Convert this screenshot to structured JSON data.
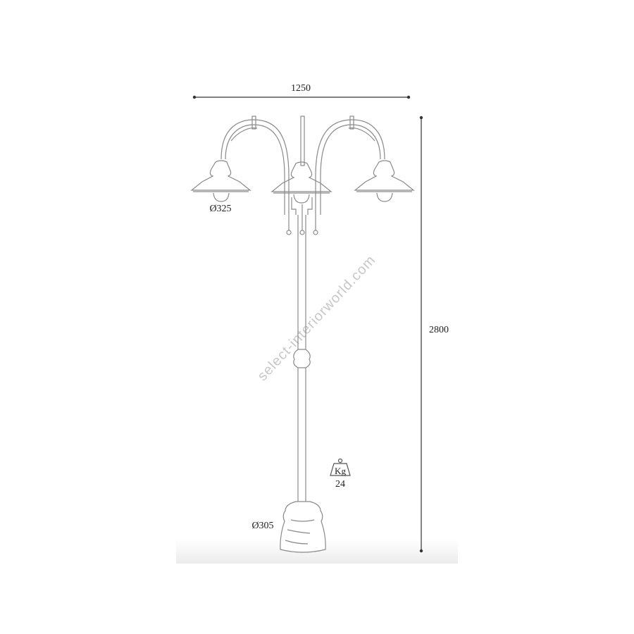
{
  "dimensions": {
    "width": "1250",
    "height": "2800",
    "shade_diameter": "Ø325",
    "base_diameter": "Ø305"
  },
  "weight": {
    "unit": "Kg",
    "value": "24"
  },
  "watermark": "select-interiorworld.com",
  "colors": {
    "line": "#8a8a8a",
    "dimension": "#222222"
  }
}
